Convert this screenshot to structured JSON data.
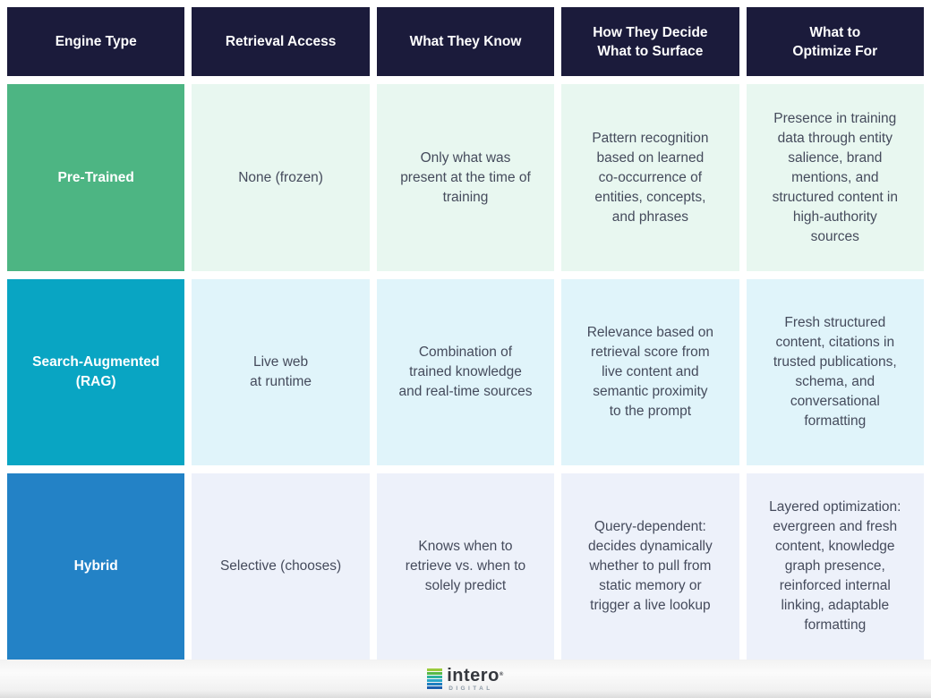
{
  "table": {
    "headers": [
      "Engine Type",
      "Retrieval Access",
      "What They Know",
      "How They Decide\nWhat to Surface",
      "What to\nOptimize For"
    ],
    "rows": [
      {
        "label": "Pre-Trained",
        "cells": [
          "None (frozen)",
          "Only what was\npresent at the time of\ntraining",
          "Pattern recognition\nbased on learned\nco-occurrence of\nentities, concepts,\nand phrases",
          "Presence in training\ndata through entity\nsalience, brand\nmentions, and\nstructured content in\nhigh-authority\nsources"
        ]
      },
      {
        "label": "Search-Augmented\n(RAG)",
        "cells": [
          "Live web\nat runtime",
          "Combination of\ntrained knowledge\nand real-time sources",
          "Relevance based on\nretrieval score from\nlive content and\nsemantic proximity\nto the prompt",
          "Fresh structured\ncontent, citations in\ntrusted publications,\nschema, and\nconversational\nformatting"
        ]
      },
      {
        "label": "Hybrid",
        "cells": [
          "Selective (chooses)",
          "Knows when to\nretrieve vs. when to\nsolely predict",
          "Query-dependent:\ndecides dynamically\nwhether to pull from\nstatic memory or\ntrigger a live lookup",
          "Layered optimization:\nevergreen and fresh\ncontent, knowledge\ngraph presence,\nreinforced internal\nlinking, adaptable\nformatting"
        ]
      }
    ]
  },
  "footer": {
    "logo_word": "intero",
    "logo_reg": "®",
    "logo_sub": "DIGITAL",
    "logo_bar_colors": [
      "#9acb3c",
      "#58b947",
      "#2eb39b",
      "#2aa6c9",
      "#1f7fc0",
      "#1b5fae"
    ]
  },
  "colors": {
    "header_bg": "#1b1b3b",
    "header_text": "#ffffff",
    "row_label_green": "#4db583",
    "row_label_teal": "#09a5c3",
    "row_label_blue": "#2382c6",
    "row_tint_green": "#e8f7f0",
    "row_tint_teal": "#e0f4fa",
    "row_tint_blue": "#edf1fa",
    "body_text": "#454b5c"
  }
}
